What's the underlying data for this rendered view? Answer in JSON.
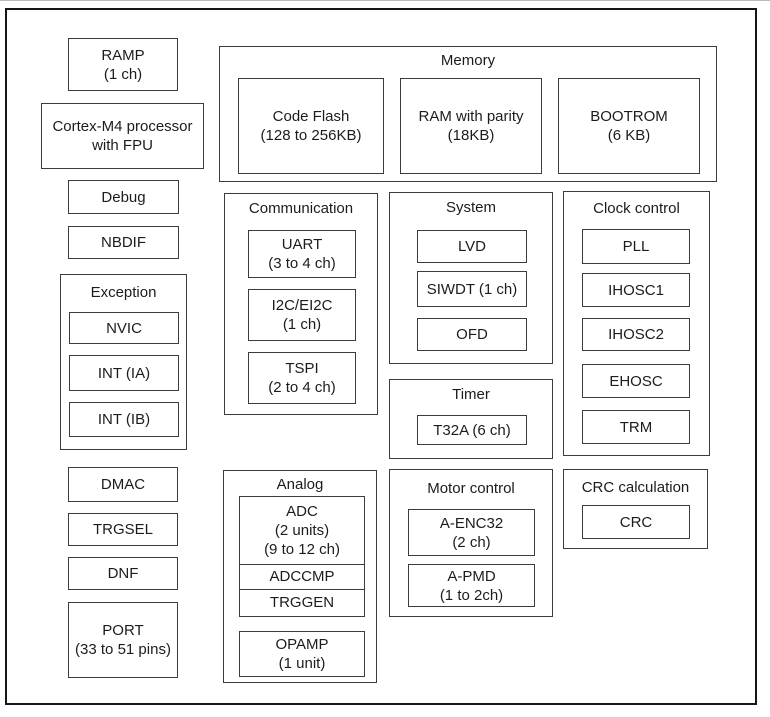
{
  "colors": {
    "frame": "#161616",
    "box_border": "#3c3c3c",
    "text": "#1c1c1c",
    "background": "#ffffff"
  },
  "blocks": {
    "ramp": "RAMP\n(1 ch)",
    "cortex_m4": "Cortex-M4 processor\nwith FPU",
    "debug": "Debug",
    "nbdif": "NBDIF",
    "dmac": "DMAC",
    "trgsel": "TRGSEL",
    "dnf": "DNF",
    "port": "PORT\n(33 to 51 pins)"
  },
  "sections": {
    "exception": {
      "label": "Exception",
      "children": {
        "nvic": "NVIC",
        "int_ia": "INT (IA)",
        "int_ib": "INT (IB)"
      }
    },
    "memory": {
      "label": "Memory",
      "children": {
        "code_flash": "Code Flash\n(128 to 256KB)",
        "ram_parity": "RAM with parity\n(18KB)",
        "bootrom": "BOOTROM\n(6 KB)"
      }
    },
    "communication": {
      "label": "Communication",
      "children": {
        "uart": "UART\n(3 to 4 ch)",
        "i2c": "I2C/EI2C\n(1 ch)",
        "tspi": "TSPI\n(2 to 4 ch)"
      }
    },
    "system": {
      "label": "System",
      "children": {
        "lvd": "LVD",
        "siwdt": "SIWDT (1 ch)",
        "ofd": "OFD"
      }
    },
    "timer": {
      "label": "Timer",
      "children": {
        "t32a": "T32A (6 ch)"
      }
    },
    "clock_control": {
      "label": "Clock control",
      "children": {
        "pll": "PLL",
        "ihosc1": "IHOSC1",
        "ihosc2": "IHOSC2",
        "ehosc": "EHOSC",
        "trm": "TRM"
      }
    },
    "analog": {
      "label": "Analog",
      "children": {
        "adc": "ADC\n(2 units)\n(9 to 12 ch)",
        "adccmp": "ADCCMP",
        "trggen": "TRGGEN",
        "opamp": "OPAMP\n(1 unit)"
      }
    },
    "motor_control": {
      "label": "Motor control",
      "children": {
        "a_enc32": "A-ENC32\n(2 ch)",
        "a_pmd": "A-PMD\n(1 to 2ch)"
      }
    },
    "crc_calculation": {
      "label": "CRC calculation",
      "children": {
        "crc": "CRC"
      }
    }
  }
}
